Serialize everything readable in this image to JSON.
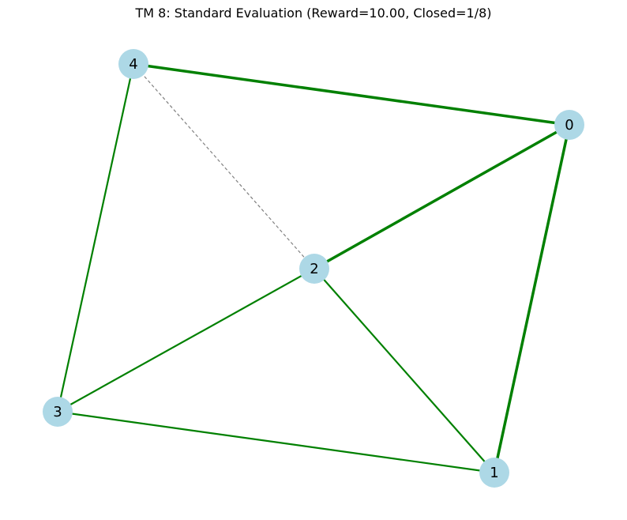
{
  "title": "TM 8: Standard Evaluation (Reward=10.00, Closed=1/8)",
  "colors": {
    "node_fill": "#add8e6",
    "edge_green": "#008000",
    "edge_dashed": "#808080",
    "background": "#ffffff"
  },
  "graph": {
    "nodes": [
      {
        "id": "0",
        "label": "0"
      },
      {
        "id": "1",
        "label": "1"
      },
      {
        "id": "2",
        "label": "2"
      },
      {
        "id": "3",
        "label": "3"
      },
      {
        "id": "4",
        "label": "4"
      }
    ],
    "edges": [
      {
        "source": "4",
        "target": "0",
        "style": "bold",
        "color": "green"
      },
      {
        "source": "0",
        "target": "2",
        "style": "bold",
        "color": "green"
      },
      {
        "source": "0",
        "target": "1",
        "style": "bold",
        "color": "green"
      },
      {
        "source": "4",
        "target": "3",
        "style": "solid",
        "color": "green"
      },
      {
        "source": "2",
        "target": "3",
        "style": "solid",
        "color": "green"
      },
      {
        "source": "2",
        "target": "1",
        "style": "solid",
        "color": "green"
      },
      {
        "source": "3",
        "target": "1",
        "style": "solid",
        "color": "green"
      },
      {
        "source": "4",
        "target": "2",
        "style": "dashed",
        "color": "gray"
      }
    ]
  }
}
